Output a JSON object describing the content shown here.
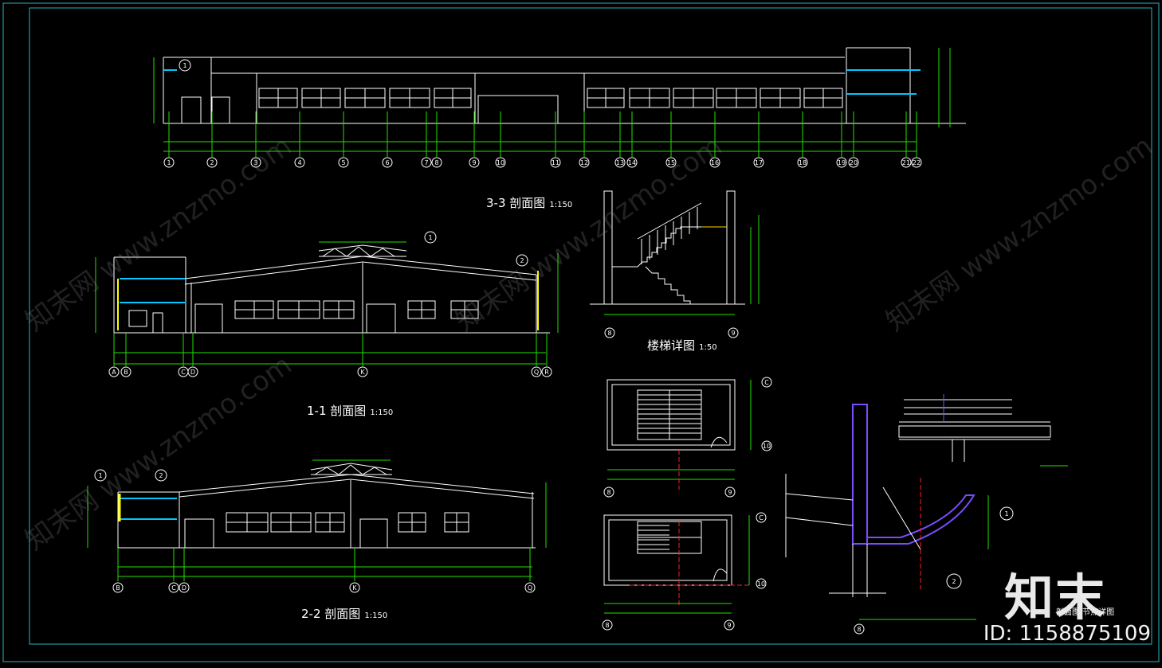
{
  "drawings": {
    "section_3_3": {
      "title": "3-3  剖面图",
      "scale": "1:150"
    },
    "section_1_1": {
      "title": "1-1  剖面图",
      "scale": "1:150"
    },
    "section_2_2": {
      "title": "2-2  剖面图",
      "scale": "1:150"
    },
    "stair_detail": {
      "title": "楼梯详图",
      "scale": "1:50"
    },
    "wall_detail": {
      "title": "剖面图    节点详图"
    }
  },
  "axis_labels": {
    "section_3_3": [
      "1",
      "2",
      "3",
      "4",
      "5",
      "6",
      "7",
      "8",
      "9",
      "10",
      "11",
      "12",
      "13",
      "14",
      "15",
      "16",
      "17",
      "18",
      "19",
      "20",
      "21",
      "22"
    ],
    "section_1_1": [
      "A",
      "B",
      "C",
      "D",
      "K",
      "Q",
      "R"
    ],
    "section_2_2": [
      "B",
      "C",
      "D",
      "K",
      "Q"
    ],
    "stair_plan": [
      "8",
      "9",
      "C",
      "10"
    ]
  },
  "detail_markers": [
    "1",
    "2"
  ],
  "watermark": {
    "brand": "知末",
    "image_id": "ID: 1158875109",
    "text": "知末网 www.znzmo.com"
  },
  "colors": {
    "background": "#000000",
    "frame": "#27b5c2",
    "lines": "#ffffff",
    "dimensions": "#22e000",
    "accent": "#00c8ff",
    "column": "#ffff00",
    "wall": "#7b4bff",
    "axis_red": "#ff2020"
  }
}
